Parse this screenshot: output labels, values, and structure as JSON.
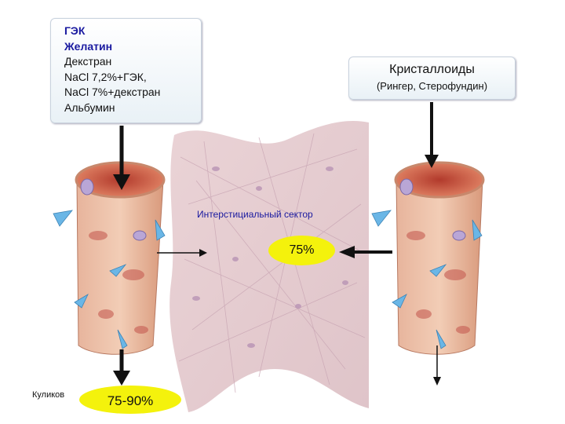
{
  "colloids": {
    "lines": [
      "ГЭК",
      "Желатин",
      "Декстран",
      "NaCl 7,2%+ГЭК,",
      "NaCl 7%+декстран",
      "Альбумин"
    ]
  },
  "crystalloids": {
    "title": "Кристаллоиды",
    "subtitle": "(Рингер, Стерофундин)"
  },
  "interstitial_label": "Интерстициальный сектор",
  "badge_interstitial": "75%",
  "badge_intravascular": "75-90%",
  "author": "Куликов",
  "colors": {
    "badge": "#f4f20c",
    "label_blue": "#1a1aa0",
    "arrow": "#111111"
  }
}
